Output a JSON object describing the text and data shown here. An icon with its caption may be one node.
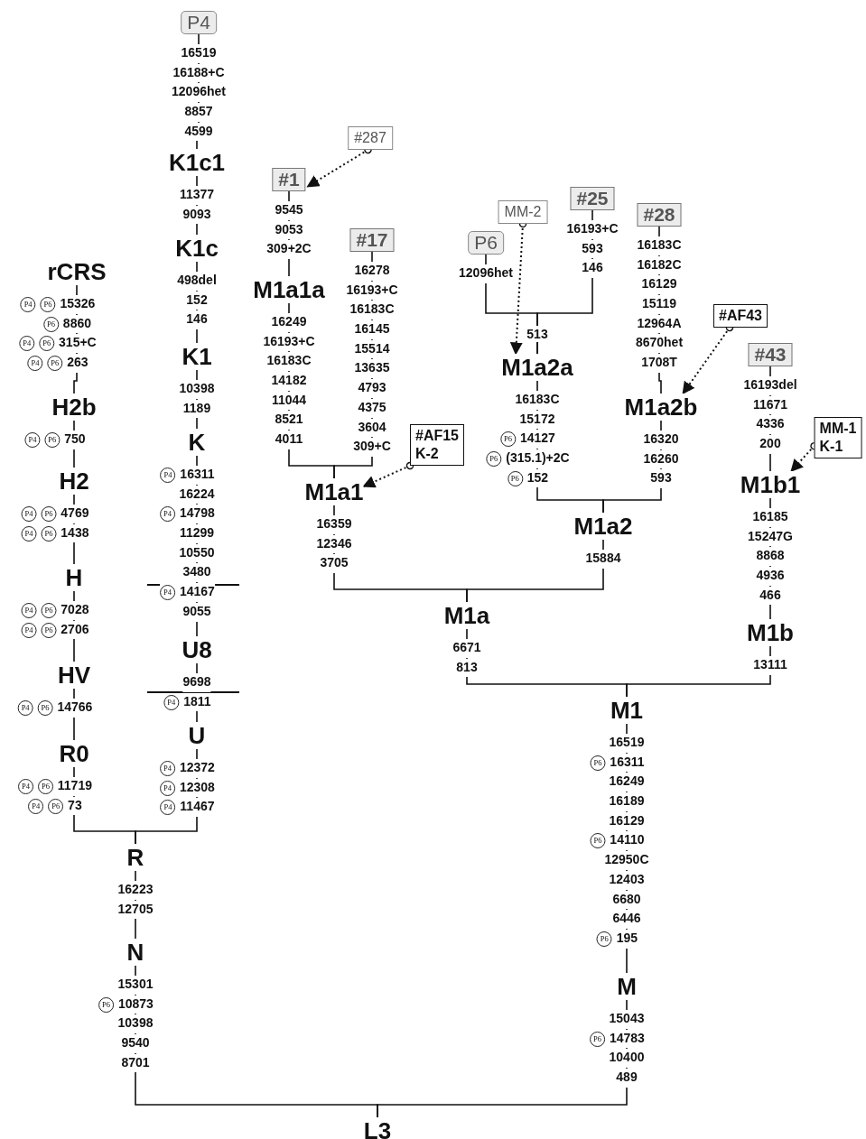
{
  "diagram": {
    "nodes": [
      {
        "text": [
          "P4"
        ],
        "beside": [
          "16519",
          "16188+C",
          "12096het",
          "8857",
          "4599"
        ]
      },
      {
        "text": [
          "#287"
        ]
      },
      {
        "text": [
          "#1"
        ],
        "beside": [
          "9545",
          "9053",
          "309+2C"
        ]
      },
      {
        "text": [
          "MM-2"
        ]
      },
      {
        "text": [
          "#25"
        ],
        "beside": [
          "16193+C",
          "593",
          "146"
        ]
      },
      {
        "text": [
          "#28"
        ],
        "beside": [
          "16183C",
          "16182C",
          "16129",
          "15119",
          "12964A",
          "8670het",
          "1708T"
        ]
      },
      {
        "text": [
          "#17"
        ],
        "beside": [
          "16278",
          "16193+C",
          "16183C",
          "16145",
          "15514",
          "13635",
          "4793",
          "4375",
          "3604",
          "309+C"
        ]
      },
      {
        "text": [
          "P6"
        ],
        "beside": [
          "12096het"
        ]
      },
      {
        "text": [
          "K1c1"
        ],
        "beside": [
          "11377",
          "9093"
        ]
      },
      {
        "text": [
          "rCRS"
        ],
        "beside": [
          "P4 P6 15326",
          "P6 8860",
          "P4 P6 315+C",
          "P4 P6 263"
        ]
      },
      {
        "text": [
          "K1c"
        ],
        "beside": [
          "498del",
          "152",
          "146"
        ]
      },
      {
        "text": [
          "#AF43"
        ]
      },
      {
        "text": [
          "M1a1a"
        ],
        "beside": [
          "16249",
          "16193+C",
          "16183C",
          "14182",
          "11044",
          "8521",
          "4011"
        ]
      },
      {
        "text": [
          "#43"
        ],
        "beside": [
          "16193del",
          "11671",
          "4336",
          "200"
        ]
      },
      {
        "text": [
          "K1"
        ],
        "beside": [
          "10398",
          "1189"
        ]
      },
      {
        "text": [
          "M1a2a"
        ],
        "beside": [
          "16183C",
          "15172",
          "P6 14127",
          "P6 (315.1)+2C",
          "P6 152"
        ]
      },
      {
        "text": [
          "H2b"
        ],
        "beside": [
          "P4 P6 750"
        ]
      },
      {
        "text": [
          "#AF15 K-2"
        ]
      },
      {
        "text": [
          "M1a2b"
        ],
        "beside": [
          "16320",
          "16260",
          "593"
        ]
      },
      {
        "text": [
          "MM-1 K-1"
        ]
      },
      {
        "text": [
          "K"
        ],
        "beside": [
          "P4 16311",
          "16224",
          "P4 14798",
          "11299",
          "10550",
          "3480",
          "P4 14167",
          "9055"
        ]
      },
      {
        "text": [
          "H2"
        ],
        "beside": [
          "P4 P6 4769",
          "P4 P6 1438"
        ]
      },
      {
        "text": [
          "M1b1"
        ],
        "beside": [
          "16185",
          "15247G",
          "8868",
          "4936",
          "466"
        ]
      },
      {
        "text": [
          "M1a1"
        ],
        "beside": [
          "16359",
          "12346",
          "3705"
        ]
      },
      {
        "text": [
          "M1a2"
        ],
        "beside": [
          "15884"
        ]
      },
      {
        "text": [
          "H"
        ],
        "beside": [
          "P4 P6 7028",
          "P4 P6 2706"
        ]
      },
      {
        "text": [
          "M1a"
        ],
        "beside": [
          "6671",
          "813"
        ]
      },
      {
        "text": [
          "M1b"
        ],
        "beside": [
          "13111"
        ]
      },
      {
        "text": [
          "U8"
        ],
        "beside": [
          "9698",
          "P4 1811"
        ]
      },
      {
        "text": [
          "HV"
        ],
        "beside": [
          "P4 P6 14766"
        ]
      },
      {
        "text": [
          "M1"
        ],
        "beside": [
          "16519",
          "P6 16311",
          "16249",
          "16189",
          "16129",
          "P6 14110",
          "12950C",
          "12403",
          "6680",
          "6446",
          "P6 195"
        ]
      },
      {
        "text": [
          "U"
        ],
        "beside": [
          "P4 12372",
          "P4 12308",
          "P4 11467"
        ]
      },
      {
        "text": [
          "R0"
        ],
        "beside": [
          "P4 P6 11719",
          "P4 P6 73"
        ]
      },
      {
        "text": [
          "R"
        ],
        "beside": [
          "16223",
          "12705"
        ]
      },
      {
        "text": [
          "N"
        ],
        "beside": [
          "15301",
          "P6 10873",
          "10398",
          "9540",
          "8701"
        ]
      },
      {
        "text": [
          "M"
        ],
        "beside": [
          "15043",
          "P6 14783",
          "10400",
          "489"
        ]
      },
      {
        "text": [
          "L3"
        ]
      }
    ],
    "edges": [
      {
        "from": 36,
        "to": 34,
        "arrow": "none"
      },
      {
        "from": 36,
        "to": 35,
        "arrow": "none"
      },
      {
        "from": 34,
        "to": 33,
        "arrow": "none"
      },
      {
        "from": 33,
        "to": 32,
        "arrow": "none"
      },
      {
        "from": 33,
        "to": 31,
        "arrow": "none"
      },
      {
        "from": 32,
        "to": 29,
        "arrow": "none"
      },
      {
        "from": 29,
        "to": 25,
        "arrow": "none"
      },
      {
        "from": 25,
        "to": 21,
        "arrow": "none"
      },
      {
        "from": 21,
        "to": 16,
        "arrow": "none"
      },
      {
        "from": 16,
        "to": 9,
        "arrow": "none"
      },
      {
        "from": 31,
        "to": 28,
        "arrow": "none"
      },
      {
        "from": 28,
        "to": 20,
        "arrow": "none"
      },
      {
        "from": 20,
        "to": 14,
        "arrow": "none"
      },
      {
        "from": 14,
        "to": 10,
        "arrow": "none"
      },
      {
        "from": 10,
        "to": 8,
        "arrow": "none"
      },
      {
        "from": 8,
        "to": 0,
        "arrow": "none"
      },
      {
        "from": 35,
        "to": 30,
        "arrow": "none"
      },
      {
        "from": 30,
        "to": 26,
        "arrow": "none"
      },
      {
        "from": 30,
        "to": 27,
        "arrow": "none"
      },
      {
        "from": 26,
        "to": 23,
        "arrow": "none"
      },
      {
        "from": 26,
        "to": 24,
        "arrow": "none"
      },
      {
        "from": 23,
        "to": 12,
        "arrow": "none"
      },
      {
        "from": 23,
        "to": 6,
        "arrow": "none"
      },
      {
        "from": 12,
        "to": 2,
        "arrow": "none"
      },
      {
        "from": 24,
        "to": 15,
        "arrow": "none"
      },
      {
        "from": 24,
        "to": 18,
        "arrow": "none"
      },
      {
        "from": 15,
        "to": 7,
        "arrow": "none",
        "label": "513"
      },
      {
        "from": 15,
        "to": 4,
        "arrow": "none"
      },
      {
        "from": 18,
        "to": 5,
        "arrow": "none"
      },
      {
        "from": 27,
        "to": 22,
        "arrow": "none"
      },
      {
        "from": 22,
        "to": 13,
        "arrow": "none"
      },
      {
        "from": 1,
        "to": 2,
        "arrow": "to",
        "style": "dashed"
      },
      {
        "from": 3,
        "to": 15,
        "arrow": "to",
        "style": "dashed"
      },
      {
        "from": 17,
        "to": 23,
        "arrow": "to",
        "style": "dashed"
      },
      {
        "from": 11,
        "to": 18,
        "arrow": "to",
        "style": "dashed"
      },
      {
        "from": 19,
        "to": 22,
        "arrow": "to",
        "style": "dashed"
      }
    ]
  }
}
